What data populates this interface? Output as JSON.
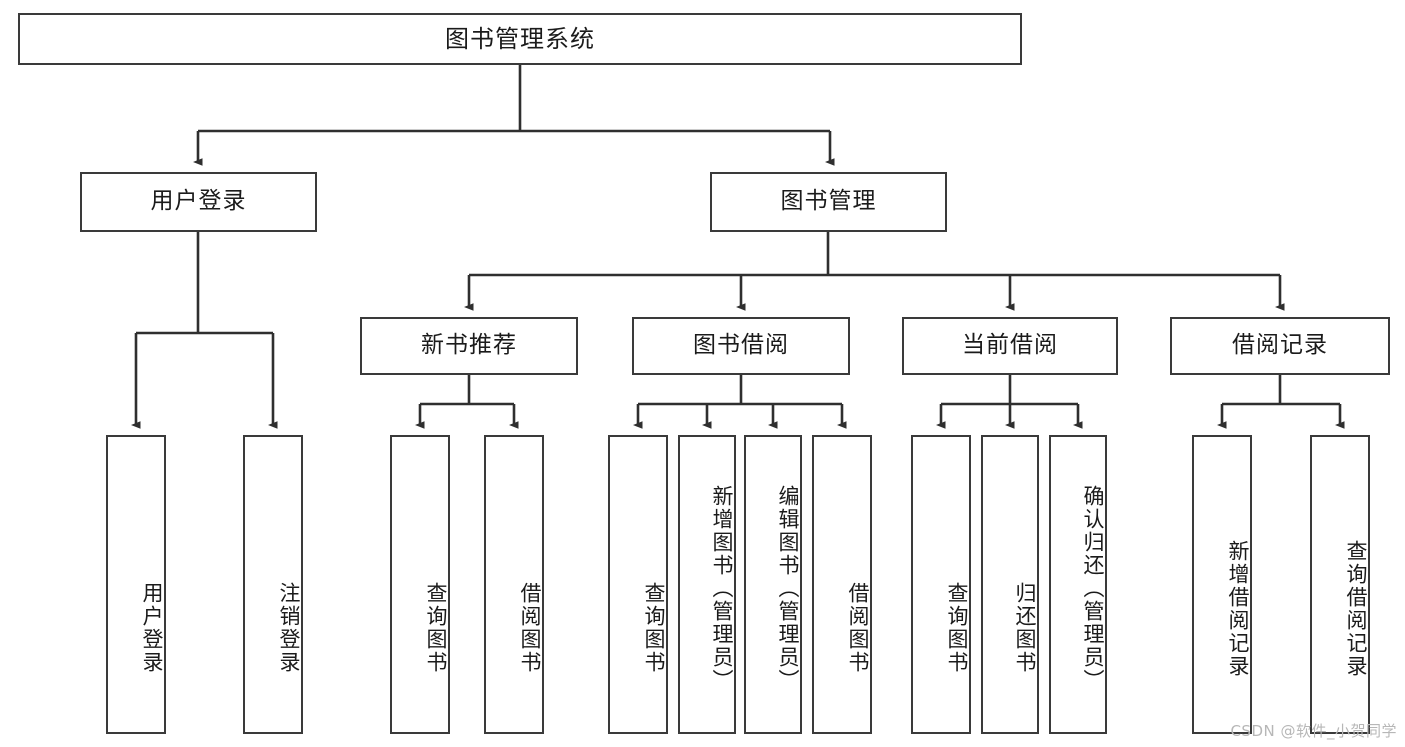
{
  "diagram": {
    "type": "tree",
    "title": "图书管理系统",
    "root": {
      "label": "图书管理系统"
    },
    "level1": [
      {
        "id": "user-login",
        "label": "用户登录"
      },
      {
        "id": "book-manage",
        "label": "图书管理"
      }
    ],
    "level2": [
      {
        "id": "new-book-recommend",
        "label": "新书推荐",
        "parent": "book-manage"
      },
      {
        "id": "book-borrow",
        "label": "图书借阅",
        "parent": "book-manage"
      },
      {
        "id": "current-borrow",
        "label": "当前借阅",
        "parent": "book-manage"
      },
      {
        "id": "borrow-record",
        "label": "借阅记录",
        "parent": "book-manage"
      }
    ],
    "leaves": [
      {
        "id": "leaf-user-login",
        "label": "用户登录",
        "parent": "user-login"
      },
      {
        "id": "leaf-user-logout",
        "label": "注销登录",
        "parent": "user-login"
      },
      {
        "id": "leaf-rec-query-book",
        "label": "查询图书",
        "parent": "new-book-recommend"
      },
      {
        "id": "leaf-rec-borrow-book",
        "label": "借阅图书",
        "parent": "new-book-recommend"
      },
      {
        "id": "leaf-borrow-query-book",
        "label": "查询图书",
        "parent": "book-borrow"
      },
      {
        "id": "leaf-borrow-add-book",
        "label": "新增图书（管理员）",
        "parent": "book-borrow"
      },
      {
        "id": "leaf-borrow-edit-book",
        "label": "编辑图书（管理员）",
        "parent": "book-borrow"
      },
      {
        "id": "leaf-borrow-borrow-book",
        "label": "借阅图书",
        "parent": "book-borrow"
      },
      {
        "id": "leaf-current-query-book",
        "label": "查询图书",
        "parent": "current-borrow"
      },
      {
        "id": "leaf-current-return-book",
        "label": "归还图书",
        "parent": "current-borrow"
      },
      {
        "id": "leaf-current-confirm-return",
        "label": "确认归还（管理员）",
        "parent": "current-borrow"
      },
      {
        "id": "leaf-record-add",
        "label": "新增借阅记录",
        "parent": "borrow-record"
      },
      {
        "id": "leaf-record-query",
        "label": "查询借阅记录",
        "parent": "borrow-record"
      }
    ],
    "watermark": "CSDN @软件_小贺同学",
    "colors": {
      "box_border": "#3a3a3a",
      "box_fill": "#ffffff",
      "connector": "#2f2f2f",
      "text": "#1b1b1b",
      "watermark": "#b7b7b7",
      "background": "#ffffff"
    }
  }
}
